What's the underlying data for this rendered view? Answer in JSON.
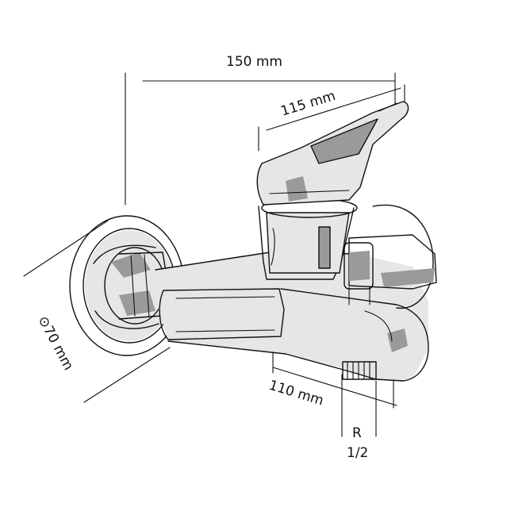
{
  "dimensions": {
    "overall_width": "150 mm",
    "lever_length": "115 mm",
    "diameter": "⊙70 mm",
    "spout_depth": "110 mm",
    "thread_line1": "R",
    "thread_line2": "1/2"
  }
}
